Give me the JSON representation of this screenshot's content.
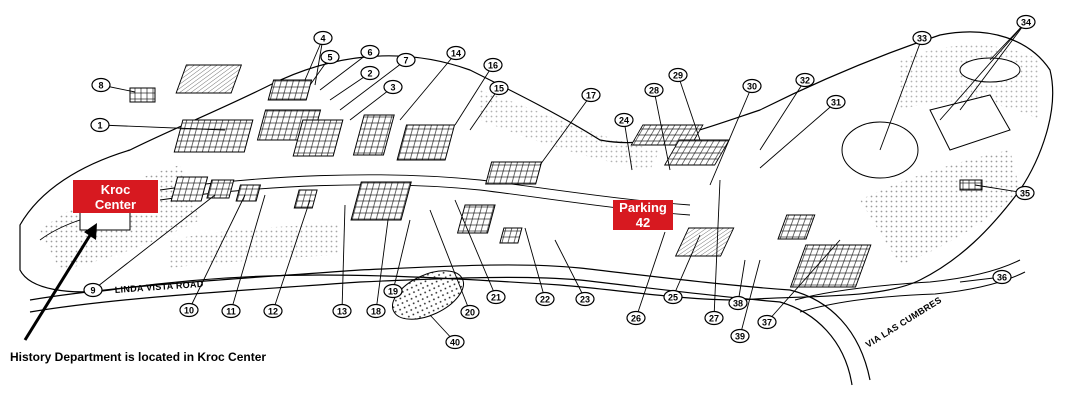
{
  "map": {
    "roads": {
      "linda_vista": "LINDA VISTA ROAD",
      "via_las_cumbres": "VIA LAS CUMBRES"
    },
    "highlights": {
      "kroc_line1": "Kroc",
      "kroc_line2": "Center",
      "parking_line1": "Parking",
      "parking_line2": "42",
      "color": "#d71920"
    },
    "caption": "History Department is located in Kroc Center",
    "building_numbers": [
      "1",
      "2",
      "3",
      "4",
      "5",
      "6",
      "7",
      "8",
      "9",
      "10",
      "11",
      "12",
      "13",
      "14",
      "15",
      "16",
      "17",
      "18",
      "19",
      "20",
      "21",
      "22",
      "23",
      "24",
      "25",
      "26",
      "27",
      "28",
      "29",
      "30",
      "31",
      "32",
      "33",
      "34",
      "35",
      "36",
      "37",
      "38",
      "39",
      "40"
    ]
  }
}
